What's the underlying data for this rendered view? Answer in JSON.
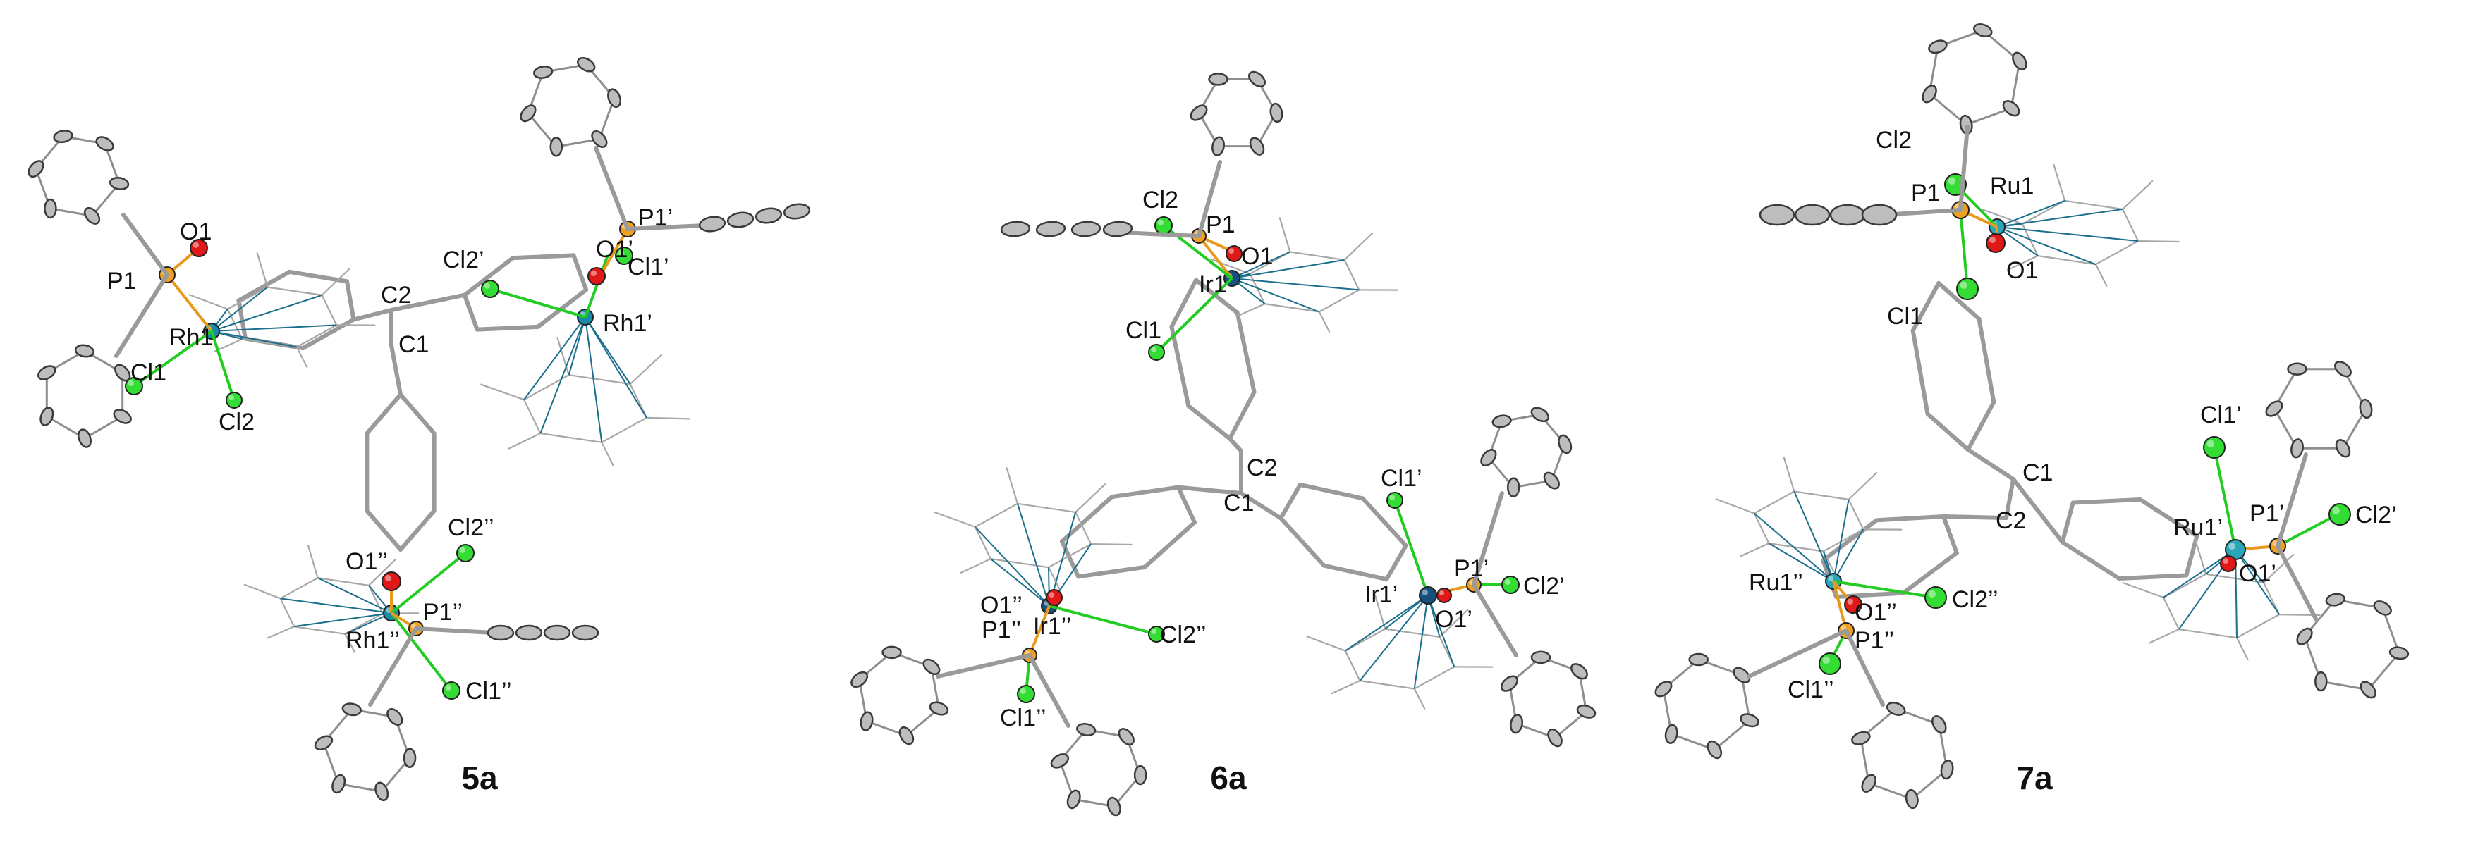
{
  "figure": {
    "panels": [
      {
        "id": "5a",
        "label": "5a",
        "metal_symbol": "Rh",
        "atoms": [
          {
            "name": "P1",
            "label": "P1"
          },
          {
            "name": "O1",
            "label": "O1"
          },
          {
            "name": "Rh1",
            "label": "Rh1"
          },
          {
            "name": "Cl1",
            "label": "Cl1"
          },
          {
            "name": "Cl2",
            "label": "Cl2"
          },
          {
            "name": "C1",
            "label": "C1"
          },
          {
            "name": "C2",
            "label": "C2"
          },
          {
            "name": "Cl2p",
            "label": "Cl2’"
          },
          {
            "name": "O1p",
            "label": "O1’"
          },
          {
            "name": "P1p",
            "label": "P1’"
          },
          {
            "name": "Cl1p",
            "label": "Cl1’"
          },
          {
            "name": "Rh1p",
            "label": "Rh1’"
          },
          {
            "name": "Cl2pp",
            "label": "Cl2’’"
          },
          {
            "name": "O1pp",
            "label": "O1’’"
          },
          {
            "name": "P1pp",
            "label": "P1’’"
          },
          {
            "name": "Rh1pp",
            "label": "Rh1’’"
          },
          {
            "name": "Cl1pp",
            "label": "Cl1’’"
          }
        ]
      },
      {
        "id": "6a",
        "label": "6a",
        "metal_symbol": "Ir",
        "atoms": [
          {
            "name": "Cl2",
            "label": "Cl2"
          },
          {
            "name": "P1",
            "label": "P1"
          },
          {
            "name": "O1",
            "label": "O1"
          },
          {
            "name": "Ir1",
            "label": "Ir1"
          },
          {
            "name": "Cl1",
            "label": "Cl1"
          },
          {
            "name": "C2",
            "label": "C2"
          },
          {
            "name": "C1",
            "label": "C1"
          },
          {
            "name": "Cl1p",
            "label": "Cl1’"
          },
          {
            "name": "P1p",
            "label": "P1’"
          },
          {
            "name": "Ir1p",
            "label": "Ir1’"
          },
          {
            "name": "Cl2p",
            "label": "Cl2’"
          },
          {
            "name": "O1p",
            "label": "O1’"
          },
          {
            "name": "O1pp",
            "label": "O1’’"
          },
          {
            "name": "P1pp",
            "label": "P1’’"
          },
          {
            "name": "Ir1pp",
            "label": "Ir1’’"
          },
          {
            "name": "Cl2pp",
            "label": "Cl2’’"
          },
          {
            "name": "Cl1pp",
            "label": "Cl1’’"
          }
        ]
      },
      {
        "id": "7a",
        "label": "7a",
        "metal_symbol": "Ru",
        "atoms": [
          {
            "name": "Cl2",
            "label": "Cl2"
          },
          {
            "name": "Ru1",
            "label": "Ru1"
          },
          {
            "name": "P1",
            "label": "P1"
          },
          {
            "name": "O1",
            "label": "O1"
          },
          {
            "name": "Cl1",
            "label": "Cl1"
          },
          {
            "name": "C1",
            "label": "C1"
          },
          {
            "name": "C2",
            "label": "C2"
          },
          {
            "name": "Cl1p",
            "label": "Cl1’"
          },
          {
            "name": "Ru1p",
            "label": "Ru1’"
          },
          {
            "name": "P1p",
            "label": "P1’"
          },
          {
            "name": "Cl2p",
            "label": "Cl2’"
          },
          {
            "name": "O1p",
            "label": "O1’"
          },
          {
            "name": "Ru1pp",
            "label": "Ru1’’"
          },
          {
            "name": "Cl2pp",
            "label": "Cl2’’"
          },
          {
            "name": "O1pp",
            "label": "O1’’"
          },
          {
            "name": "P1pp",
            "label": "P1’’"
          },
          {
            "name": "Cl1pp",
            "label": "Cl1’’"
          }
        ]
      }
    ],
    "colors": {
      "carbon": "#bdbdbd",
      "chlorine": "#33dd33",
      "phosphorus": "#f0a020",
      "oxygen": "#e01818",
      "rhodium": "#1a8aa6",
      "iridium": "#15507e",
      "ruthenium": "#2aa6b8",
      "bond": "#9a9a9a"
    }
  }
}
